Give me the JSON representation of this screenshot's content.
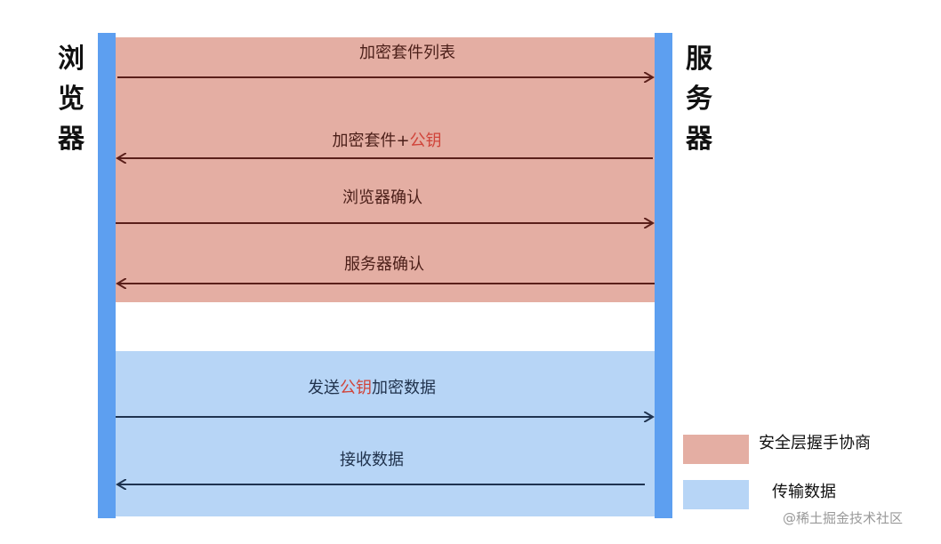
{
  "participants": {
    "browser": [
      "浏",
      "览",
      "器"
    ],
    "server": [
      "服",
      "务",
      "器"
    ]
  },
  "handshake": {
    "messages": [
      {
        "direction": "to-server",
        "parts": [
          {
            "text": "加密套件列表",
            "accent": false
          }
        ]
      },
      {
        "direction": "to-browser",
        "parts": [
          {
            "text": "加密套件+",
            "accent": false
          },
          {
            "text": "公钥",
            "accent": true
          }
        ]
      },
      {
        "direction": "to-server",
        "parts": [
          {
            "text": "浏览器确认",
            "accent": false
          }
        ]
      },
      {
        "direction": "to-browser",
        "parts": [
          {
            "text": "服务器确认",
            "accent": false
          }
        ]
      }
    ]
  },
  "transfer": {
    "messages": [
      {
        "direction": "to-server",
        "parts": [
          {
            "text": "发送",
            "accent": false
          },
          {
            "text": "公钥",
            "accent": true
          },
          {
            "text": "加密数据",
            "accent": false
          }
        ]
      },
      {
        "direction": "to-browser",
        "parts": [
          {
            "text": "接收数据",
            "accent": false
          }
        ]
      }
    ]
  },
  "legend": {
    "handshake_label": "安全层握手协商",
    "transfer_label": "传输数据"
  },
  "watermark": "@稀土掘金技术社区",
  "colors": {
    "lifeline": "#5d9ff0",
    "handshake_band": "#e4aea3",
    "transfer_band": "#b7d5f6",
    "accent_text": "#d0443a"
  }
}
